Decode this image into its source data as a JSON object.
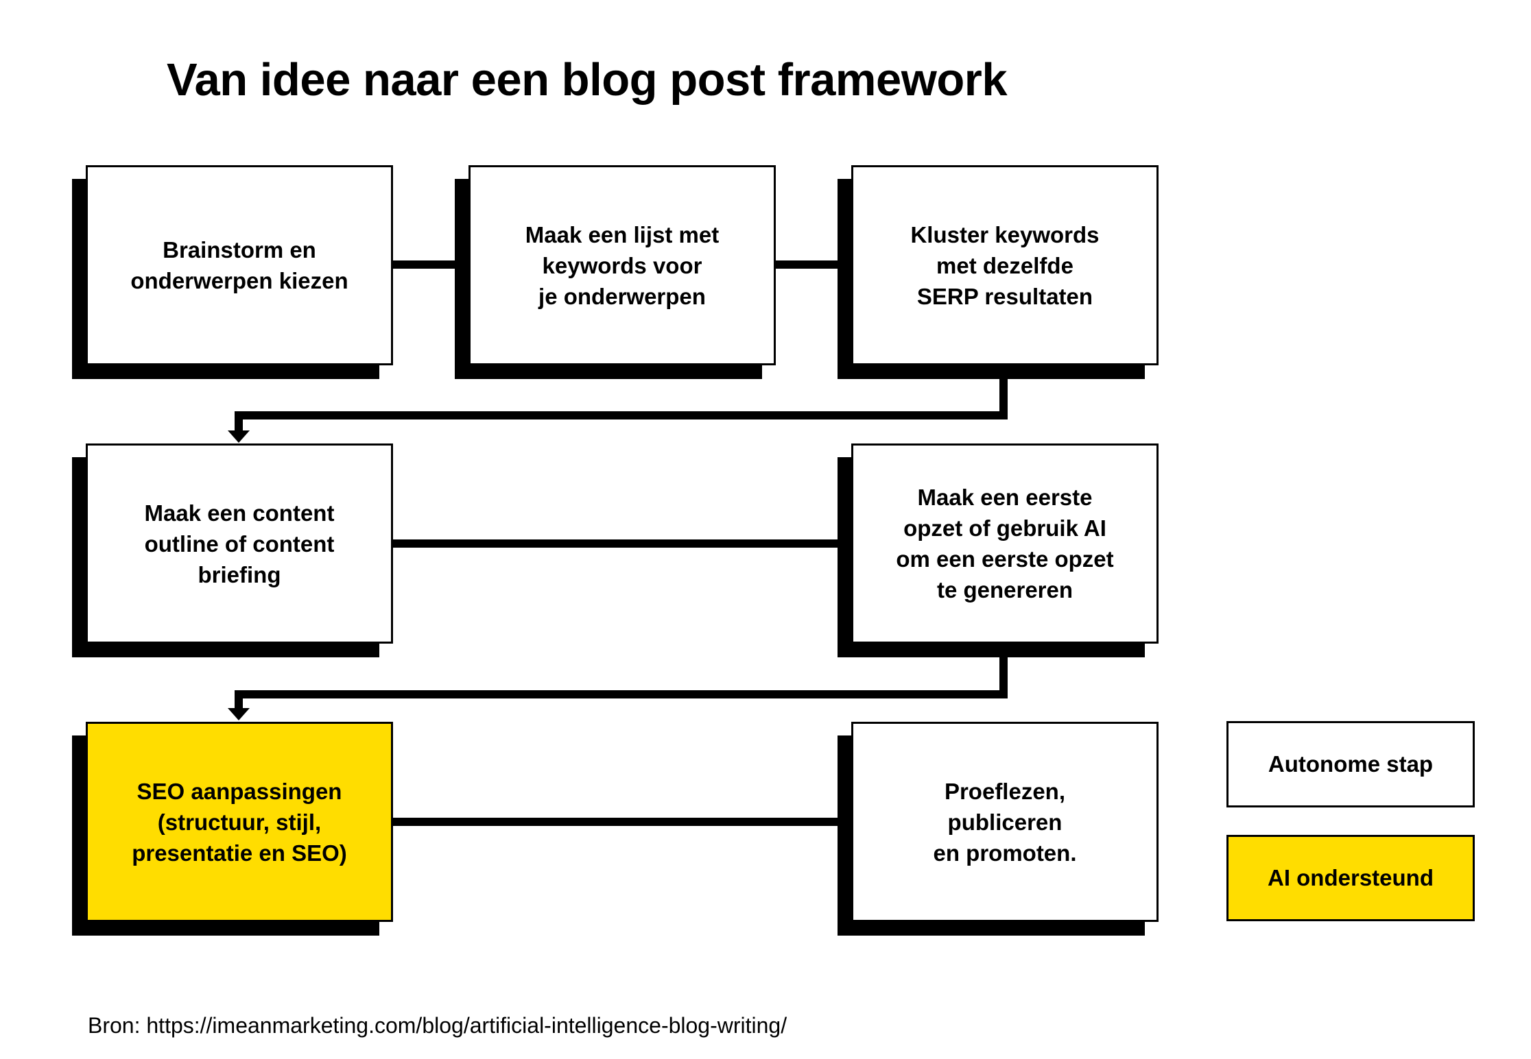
{
  "title": "Van idee naar een blog post framework",
  "steps": [
    {
      "label": "Brainstorm en\nonderwerpen kiezen",
      "type": "autonomous"
    },
    {
      "label": "Maak een lijst met\nkeywords voor\nje onderwerpen",
      "type": "autonomous"
    },
    {
      "label": "Kluster keywords\nmet dezelfde\nSERP resultaten",
      "type": "autonomous"
    },
    {
      "label": "Maak een content\noutline of content\nbriefing",
      "type": "autonomous"
    },
    {
      "label": "Maak een eerste\nopzet of gebruik AI\nom een eerste opzet\nte genereren",
      "type": "autonomous"
    },
    {
      "label": "SEO aanpassingen\n(structuur, stijl,\npresentatie en SEO)",
      "type": "ai"
    },
    {
      "label": "Proeflezen,\npubliceren\nen promoten.",
      "type": "autonomous"
    }
  ],
  "legend": {
    "autonomous": "Autonome stap",
    "ai": "AI ondersteund"
  },
  "colors": {
    "ai_fill": "#FFDD00",
    "box_fill": "#FFFFFF",
    "line": "#000000"
  },
  "source": "Bron: https://imeanmarketing.com/blog/artificial-intelligence-blog-writing/"
}
